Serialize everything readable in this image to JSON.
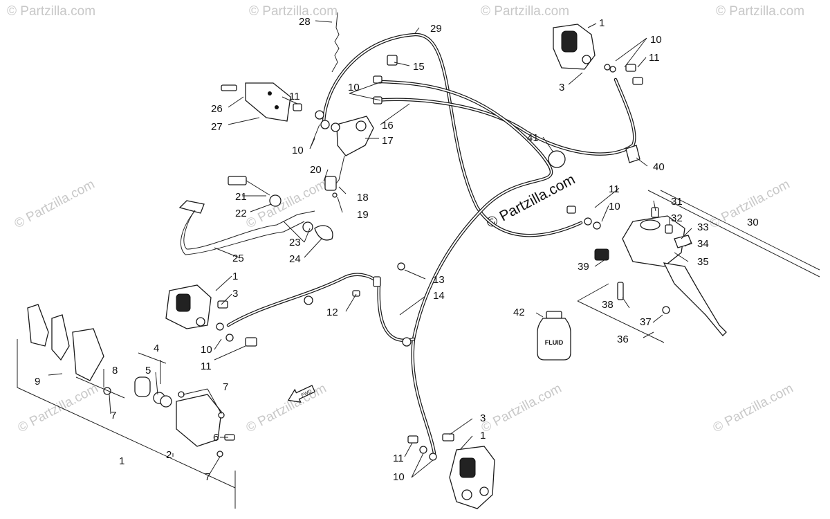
{
  "watermark": "© Partzilla.com",
  "center_watermark": "© Partzilla.com",
  "bottle_label": "FLUID",
  "fwd_arrow_text": "FWD",
  "callouts": [
    {
      "id": "c28",
      "text": "28"
    },
    {
      "id": "c29",
      "text": "29"
    },
    {
      "id": "c15",
      "text": "15"
    },
    {
      "id": "c1a",
      "text": "1"
    },
    {
      "id": "c10a",
      "text": "10"
    },
    {
      "id": "c11a",
      "text": "11"
    },
    {
      "id": "c3a",
      "text": "3"
    },
    {
      "id": "c10b",
      "text": "10"
    },
    {
      "id": "c11b",
      "text": "11"
    },
    {
      "id": "c26",
      "text": "26"
    },
    {
      "id": "c27",
      "text": "27"
    },
    {
      "id": "c10c",
      "text": "10"
    },
    {
      "id": "c16",
      "text": "16"
    },
    {
      "id": "c17",
      "text": "17"
    },
    {
      "id": "c41",
      "text": "41"
    },
    {
      "id": "c40",
      "text": "40"
    },
    {
      "id": "c20",
      "text": "20"
    },
    {
      "id": "c21",
      "text": "21"
    },
    {
      "id": "c18",
      "text": "18"
    },
    {
      "id": "c19",
      "text": "19"
    },
    {
      "id": "c22",
      "text": "22"
    },
    {
      "id": "c11c",
      "text": "11"
    },
    {
      "id": "c10d",
      "text": "10"
    },
    {
      "id": "c31",
      "text": "31"
    },
    {
      "id": "c30",
      "text": "30"
    },
    {
      "id": "c32",
      "text": "32"
    },
    {
      "id": "c33",
      "text": "33"
    },
    {
      "id": "c34",
      "text": "34"
    },
    {
      "id": "c23",
      "text": "23"
    },
    {
      "id": "c24",
      "text": "24"
    },
    {
      "id": "c25",
      "text": "25"
    },
    {
      "id": "c39",
      "text": "39"
    },
    {
      "id": "c35",
      "text": "35"
    },
    {
      "id": "c1b",
      "text": "1"
    },
    {
      "id": "c3b",
      "text": "3"
    },
    {
      "id": "c13",
      "text": "13"
    },
    {
      "id": "c14",
      "text": "14"
    },
    {
      "id": "c12",
      "text": "12"
    },
    {
      "id": "c38",
      "text": "38"
    },
    {
      "id": "c42",
      "text": "42"
    },
    {
      "id": "c37",
      "text": "37"
    },
    {
      "id": "c36",
      "text": "36"
    },
    {
      "id": "c10e",
      "text": "10"
    },
    {
      "id": "c11d",
      "text": "11"
    },
    {
      "id": "c4",
      "text": "4"
    },
    {
      "id": "c9",
      "text": "9"
    },
    {
      "id": "c5",
      "text": "5"
    },
    {
      "id": "c8",
      "text": "8"
    },
    {
      "id": "c7a",
      "text": "7"
    },
    {
      "id": "c7b",
      "text": "7"
    },
    {
      "id": "c6",
      "text": "6"
    },
    {
      "id": "c3c",
      "text": "3"
    },
    {
      "id": "c1c",
      "text": "1"
    },
    {
      "id": "c2",
      "text": "2"
    },
    {
      "id": "c1d",
      "text": "1"
    },
    {
      "id": "c11e",
      "text": "11"
    },
    {
      "id": "c7c",
      "text": "7"
    },
    {
      "id": "c10f",
      "text": "10"
    }
  ]
}
